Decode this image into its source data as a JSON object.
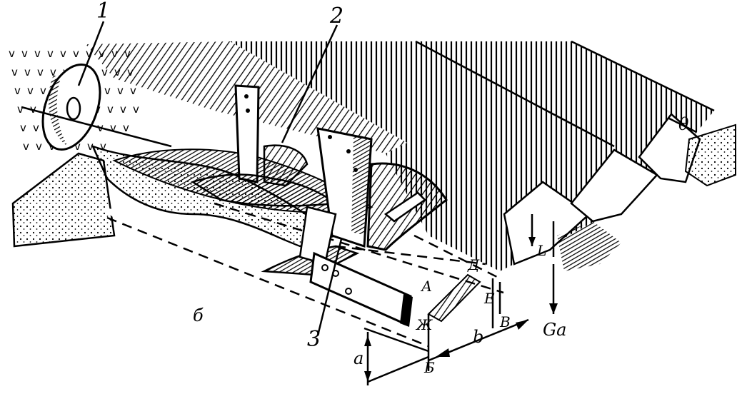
{
  "labels": {
    "part_1": "1",
    "part_2": "2",
    "part_3": "3",
    "furrow_bottom": "б",
    "point_A": "А",
    "point_D": "Д",
    "point_E": "Е",
    "point_Zh": "Ж",
    "point_V": "В",
    "point_B": "Б",
    "width_b": "b",
    "depth_a": "a",
    "angle_theta": "θ",
    "force_L": "L",
    "force_Ga": "Ga"
  }
}
